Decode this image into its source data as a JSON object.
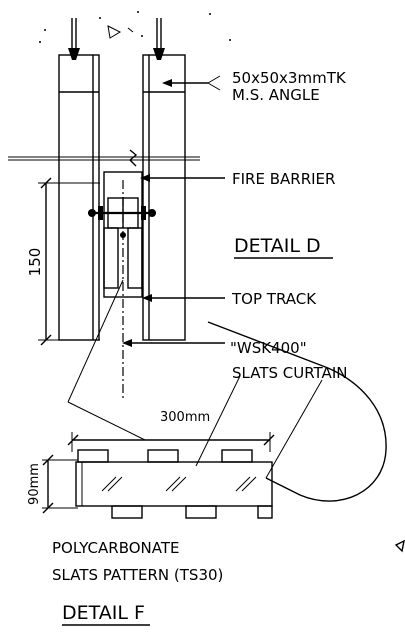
{
  "labels": {
    "angle_line1": "50x50x3mmTK",
    "angle_line2": "M.S. ANGLE",
    "fire_barrier": "FIRE BARRIER",
    "detail_d": "DETAIL D",
    "top_track": "TOP TRACK",
    "wsk_line1": "\"WSK400\"",
    "wsk_line2": "SLATS CURTAIN",
    "pattern_line1": "POLYCARBONATE",
    "pattern_line2": "SLATS PATTERN (TS30)",
    "detail_f": "DETAIL F"
  },
  "dimensions": {
    "height_150": "150",
    "width_300": "300mm",
    "height_90": "90mm"
  }
}
